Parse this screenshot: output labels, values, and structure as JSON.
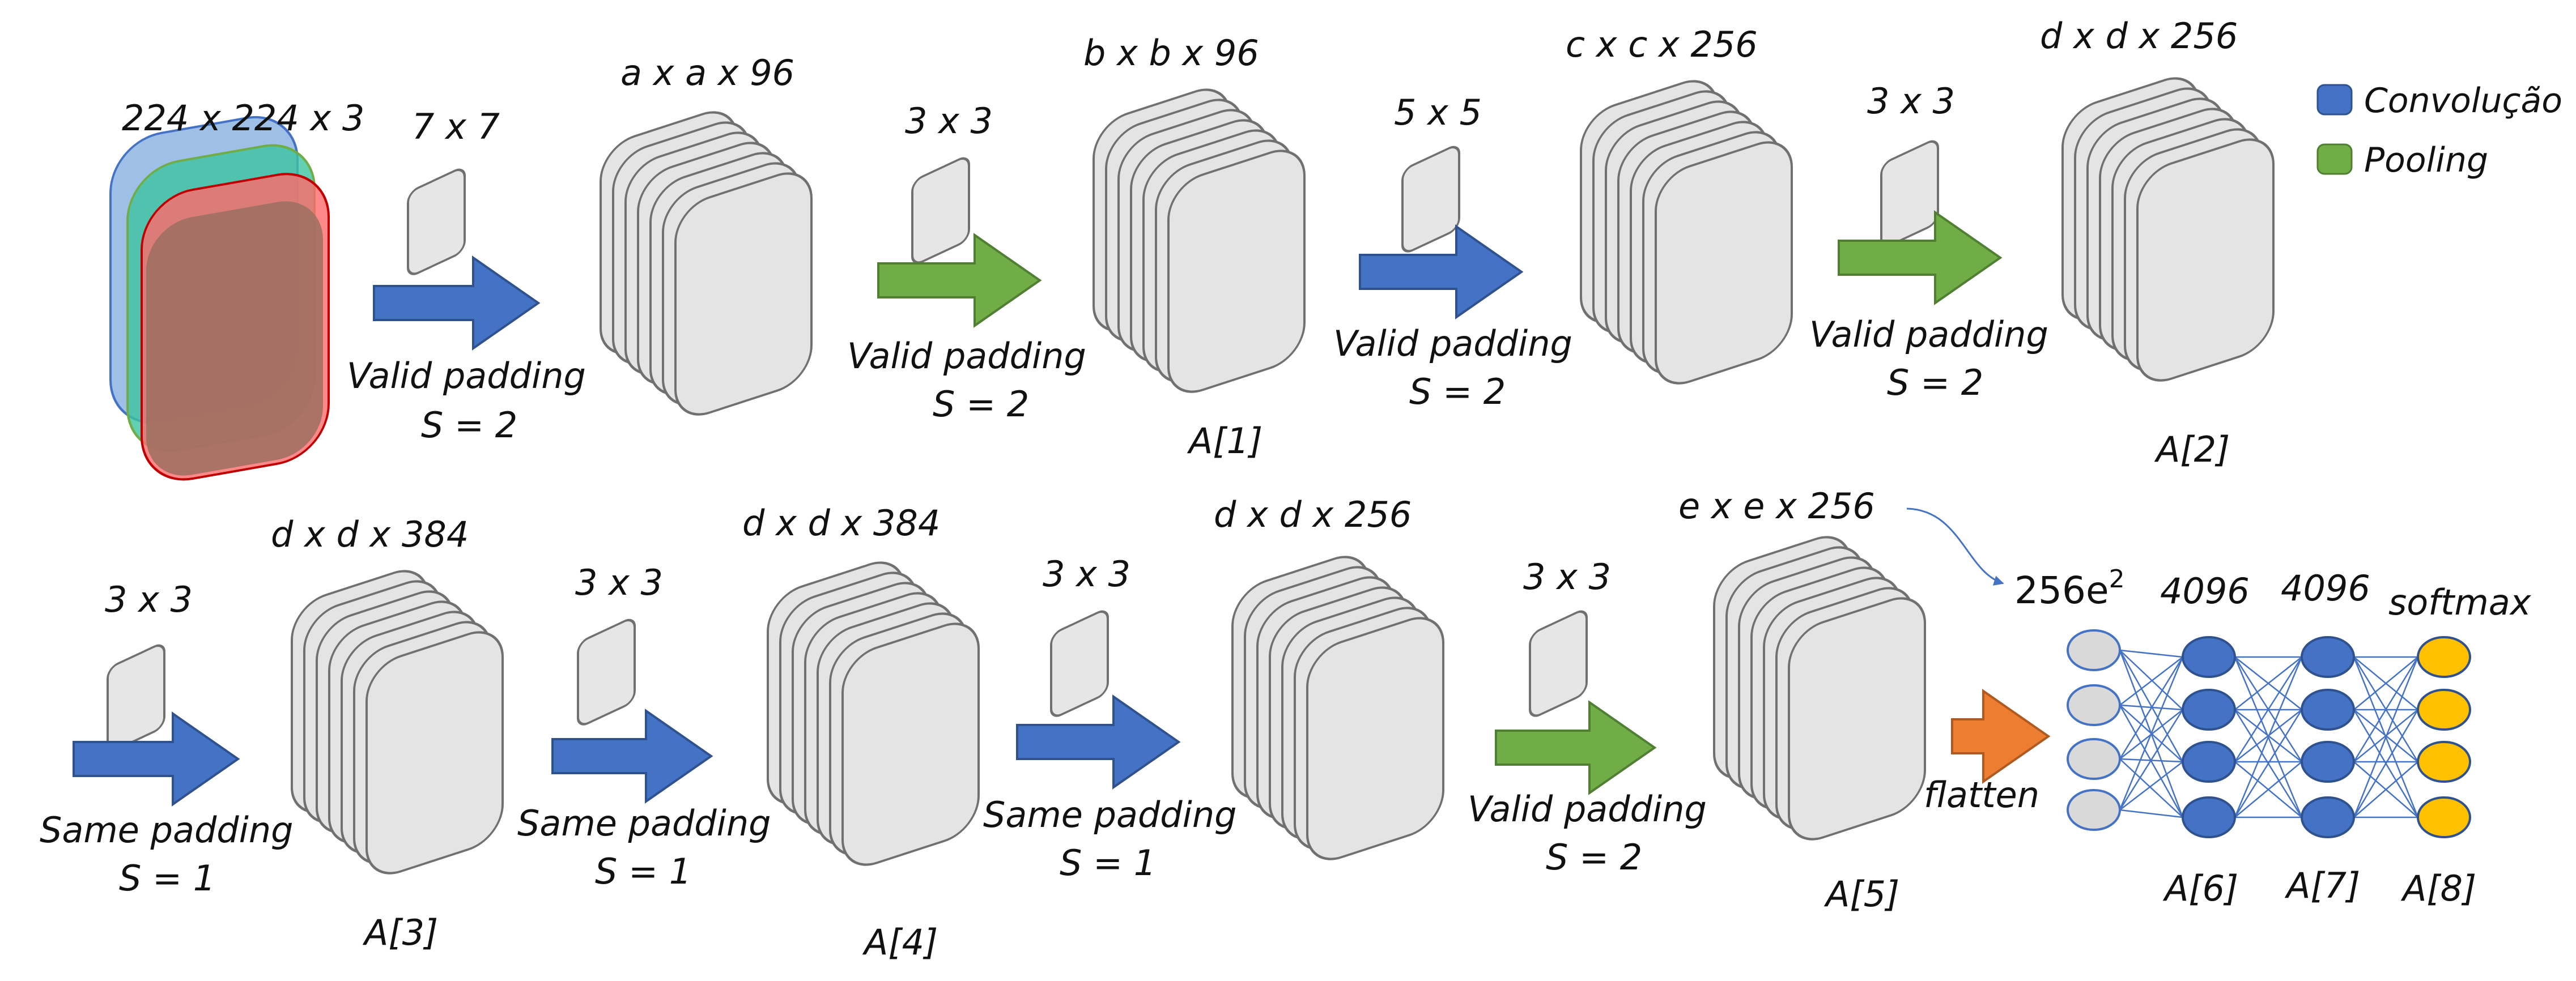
{
  "input": {
    "dims": "224 x 224 x 3"
  },
  "legend": {
    "conv_label": "Convolução",
    "pool_label": "Pooling",
    "conv_color": "#4472C4",
    "pool_color": "#70AD47",
    "flatten_color": "#ED7D31",
    "softmax_color": "#FFC000"
  },
  "row1": {
    "k1": "7 x 7",
    "op1": "Valid padding",
    "s1": "S = 2",
    "f1": "a x a x 96",
    "k2": "3 x 3",
    "op2": "Valid padding",
    "s2": "S = 2",
    "f2": "b x b x 96",
    "a1": "A[1]",
    "k3": "5 x 5",
    "op3": "Valid padding",
    "s3": "S = 2",
    "f3": "c x c x 256",
    "k4": "3 x 3",
    "op4": "Valid padding",
    "s4": "S = 2",
    "f4": "d x d x 256",
    "a2": "A[2]"
  },
  "row2": {
    "k1": "3 x 3",
    "op1": "Same padding",
    "s1": "S = 1",
    "f1": "d x d x 384",
    "a3": "A[3]",
    "k2": "3 x 3",
    "op2": "Same padding",
    "s2": "S = 1",
    "f2": "d x d x 384",
    "a4": "A[4]",
    "k3": "3 x 3",
    "op3": "Same padding",
    "s3": "S = 1",
    "f3": "d x d x 256",
    "k4": "3 x 3",
    "op4": "Valid padding",
    "s4": "S = 2",
    "f4": "e x e x 256",
    "a5": "A[5]",
    "flatten": "flatten"
  },
  "fc": {
    "in_base": "256e",
    "in_exp": "2",
    "l6": "4096",
    "l7": "4096",
    "l8": "softmax",
    "a6": "A[6]",
    "a7": "A[7]",
    "a8": "A[8]"
  }
}
